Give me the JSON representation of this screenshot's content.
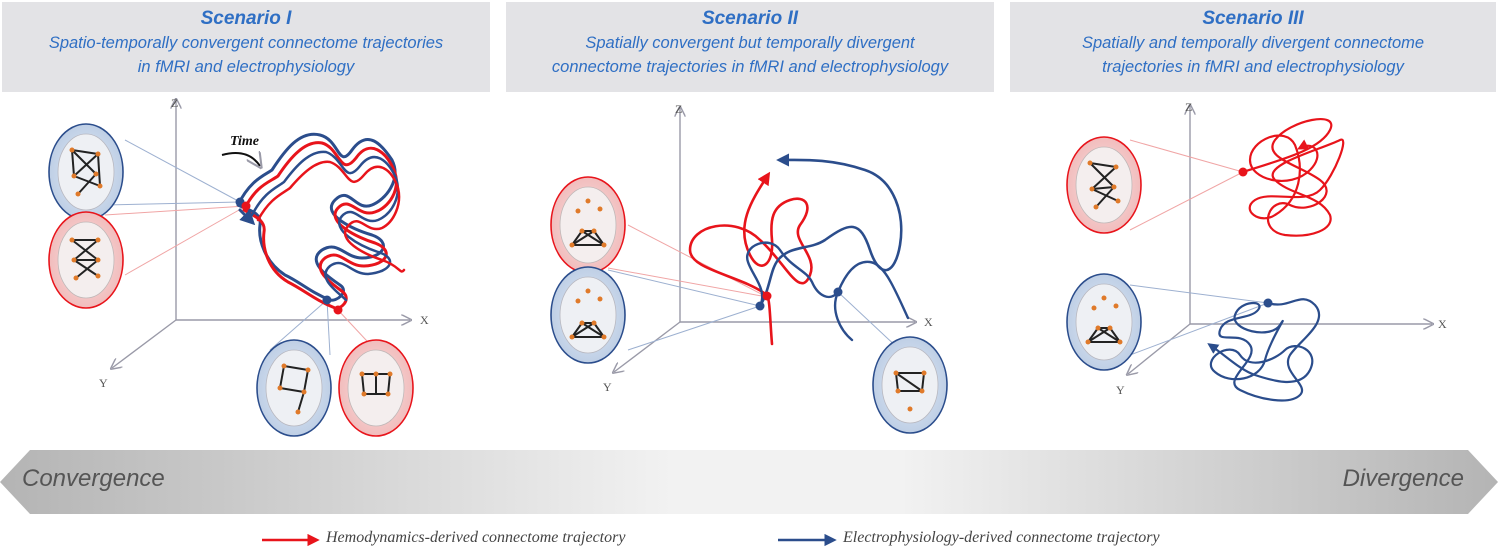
{
  "scenarios": [
    {
      "title": "Scenario I",
      "subtitle_line1": "Spatio-temporally convergent connectome trajectories",
      "subtitle_line2": "in fMRI and electrophysiology"
    },
    {
      "title": "Scenario II",
      "subtitle_line1": "Spatially convergent but temporally divergent",
      "subtitle_line2": "connectome trajectories in fMRI and electrophysiology"
    },
    {
      "title": "Scenario III",
      "subtitle_line1": "Spatially and temporally divergent connectome",
      "subtitle_line2": "trajectories in fMRI and electrophysiology"
    }
  ],
  "axes": {
    "x": "X",
    "y": "Y",
    "z": "Z"
  },
  "time_label": "Time",
  "spectrum": {
    "left": "Convergence",
    "right": "Divergence"
  },
  "legend": {
    "hemodynamics": "Hemodynamics-derived connectome trajectory",
    "electrophysiology": "Electrophysiology-derived connectome trajectory"
  },
  "colors": {
    "hemodynamics": "#e8141b",
    "electrophysiology": "#2b4d8c",
    "title_blue": "#2f6fc4",
    "header_bg": "#e3e3e6",
    "axis_gray": "#9a9aa8",
    "brain_blue_fill": "#d2deee",
    "brain_red_fill": "#f5cfcf",
    "node_orange": "#e07a2a"
  }
}
